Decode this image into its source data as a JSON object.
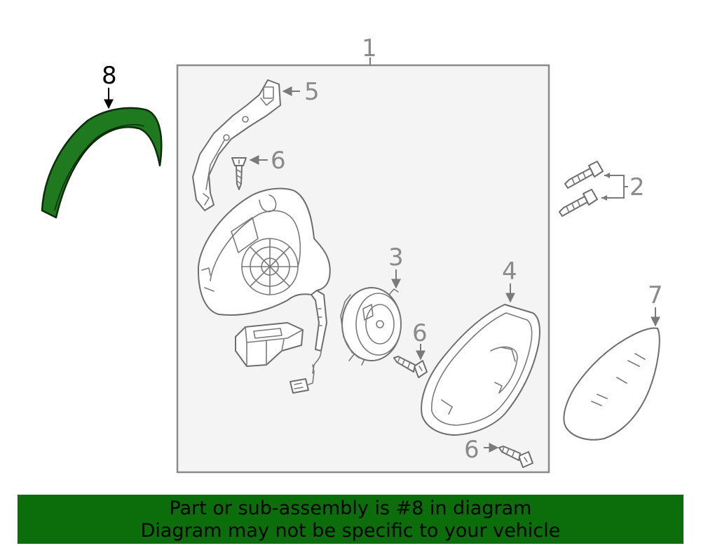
{
  "colors": {
    "highlight_part": "#1f7a1f",
    "footer_background": "#0b6e0b",
    "frame_background": "#f4f4f4",
    "callout_text": "#8a8a8a"
  },
  "callouts": {
    "assembly": "1",
    "bolts": "2",
    "motor": "3",
    "glass_holder": "4",
    "signal_lamp": "5",
    "screw_top": "6",
    "screw_middle": "6",
    "screw_bottom": "6",
    "mirror_glass": "7",
    "cover": "8"
  },
  "footer": {
    "line1": "Part or sub-assembly is #8 in diagram",
    "line2": "Diagram may not be specific to your vehicle"
  }
}
